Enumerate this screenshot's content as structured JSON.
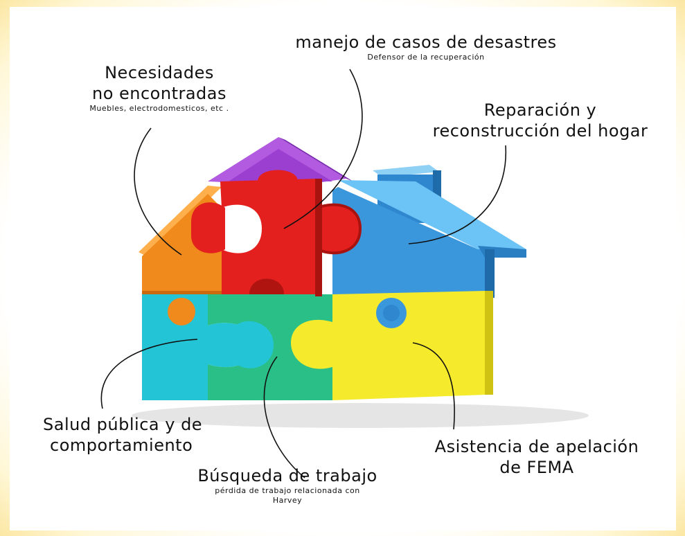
{
  "colors": {
    "background_border": "#fde9a8",
    "roof": "#9b3fd1",
    "orange": "#f08a1c",
    "red": "#e3201e",
    "blue": "#3b97dc",
    "cyan": "#23c4d6",
    "green": "#2bbf88",
    "yellow": "#f6ea2c"
  },
  "labels": {
    "disaster": {
      "title": "manejo de casos de desastres",
      "subtitle": "Defensor de la recuperación"
    },
    "unmet": {
      "title_line1": "Necesidades",
      "title_line2": "no encontradas",
      "subtitle": "Muebles, electrodomesticos, etc ."
    },
    "repair": {
      "title_line1": "Reparación y",
      "title_line2": "reconstrucción del hogar"
    },
    "health": {
      "title_line1": "Salud pública y de",
      "title_line2": "comportamiento"
    },
    "job": {
      "title": "Búsqueda de trabajo",
      "subtitle_line1": "pérdida de trabajo relacionada con",
      "subtitle_line2": "Harvey"
    },
    "fema": {
      "title_line1": "Asistencia de apelación",
      "title_line2": "de FEMA"
    }
  }
}
